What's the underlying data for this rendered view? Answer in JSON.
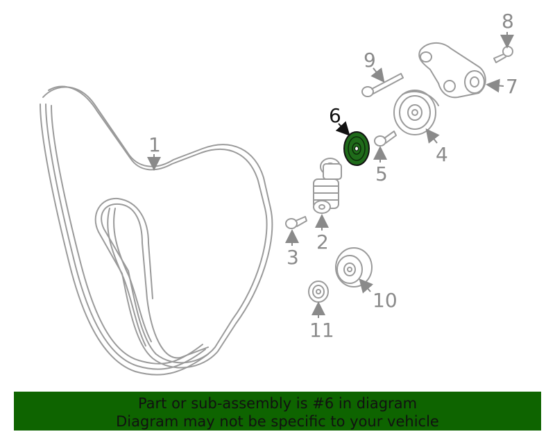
{
  "diagram": {
    "highlighted_part": "6",
    "highlight_color": "#1f6b1a",
    "callouts": [
      {
        "id": "p1",
        "label": "1"
      },
      {
        "id": "p2",
        "label": "2"
      },
      {
        "id": "p3",
        "label": "3"
      },
      {
        "id": "p4",
        "label": "4"
      },
      {
        "id": "p5",
        "label": "5"
      },
      {
        "id": "p6",
        "label": "6"
      },
      {
        "id": "p7",
        "label": "7"
      },
      {
        "id": "p8",
        "label": "8"
      },
      {
        "id": "p9",
        "label": "9"
      },
      {
        "id": "p10",
        "label": "10"
      },
      {
        "id": "p11",
        "label": "11"
      }
    ]
  },
  "banner": {
    "line1": "Part or sub-assembly is #6 in diagram",
    "line2": "Diagram may not be specific to your vehicle",
    "background": "#0e6400"
  }
}
